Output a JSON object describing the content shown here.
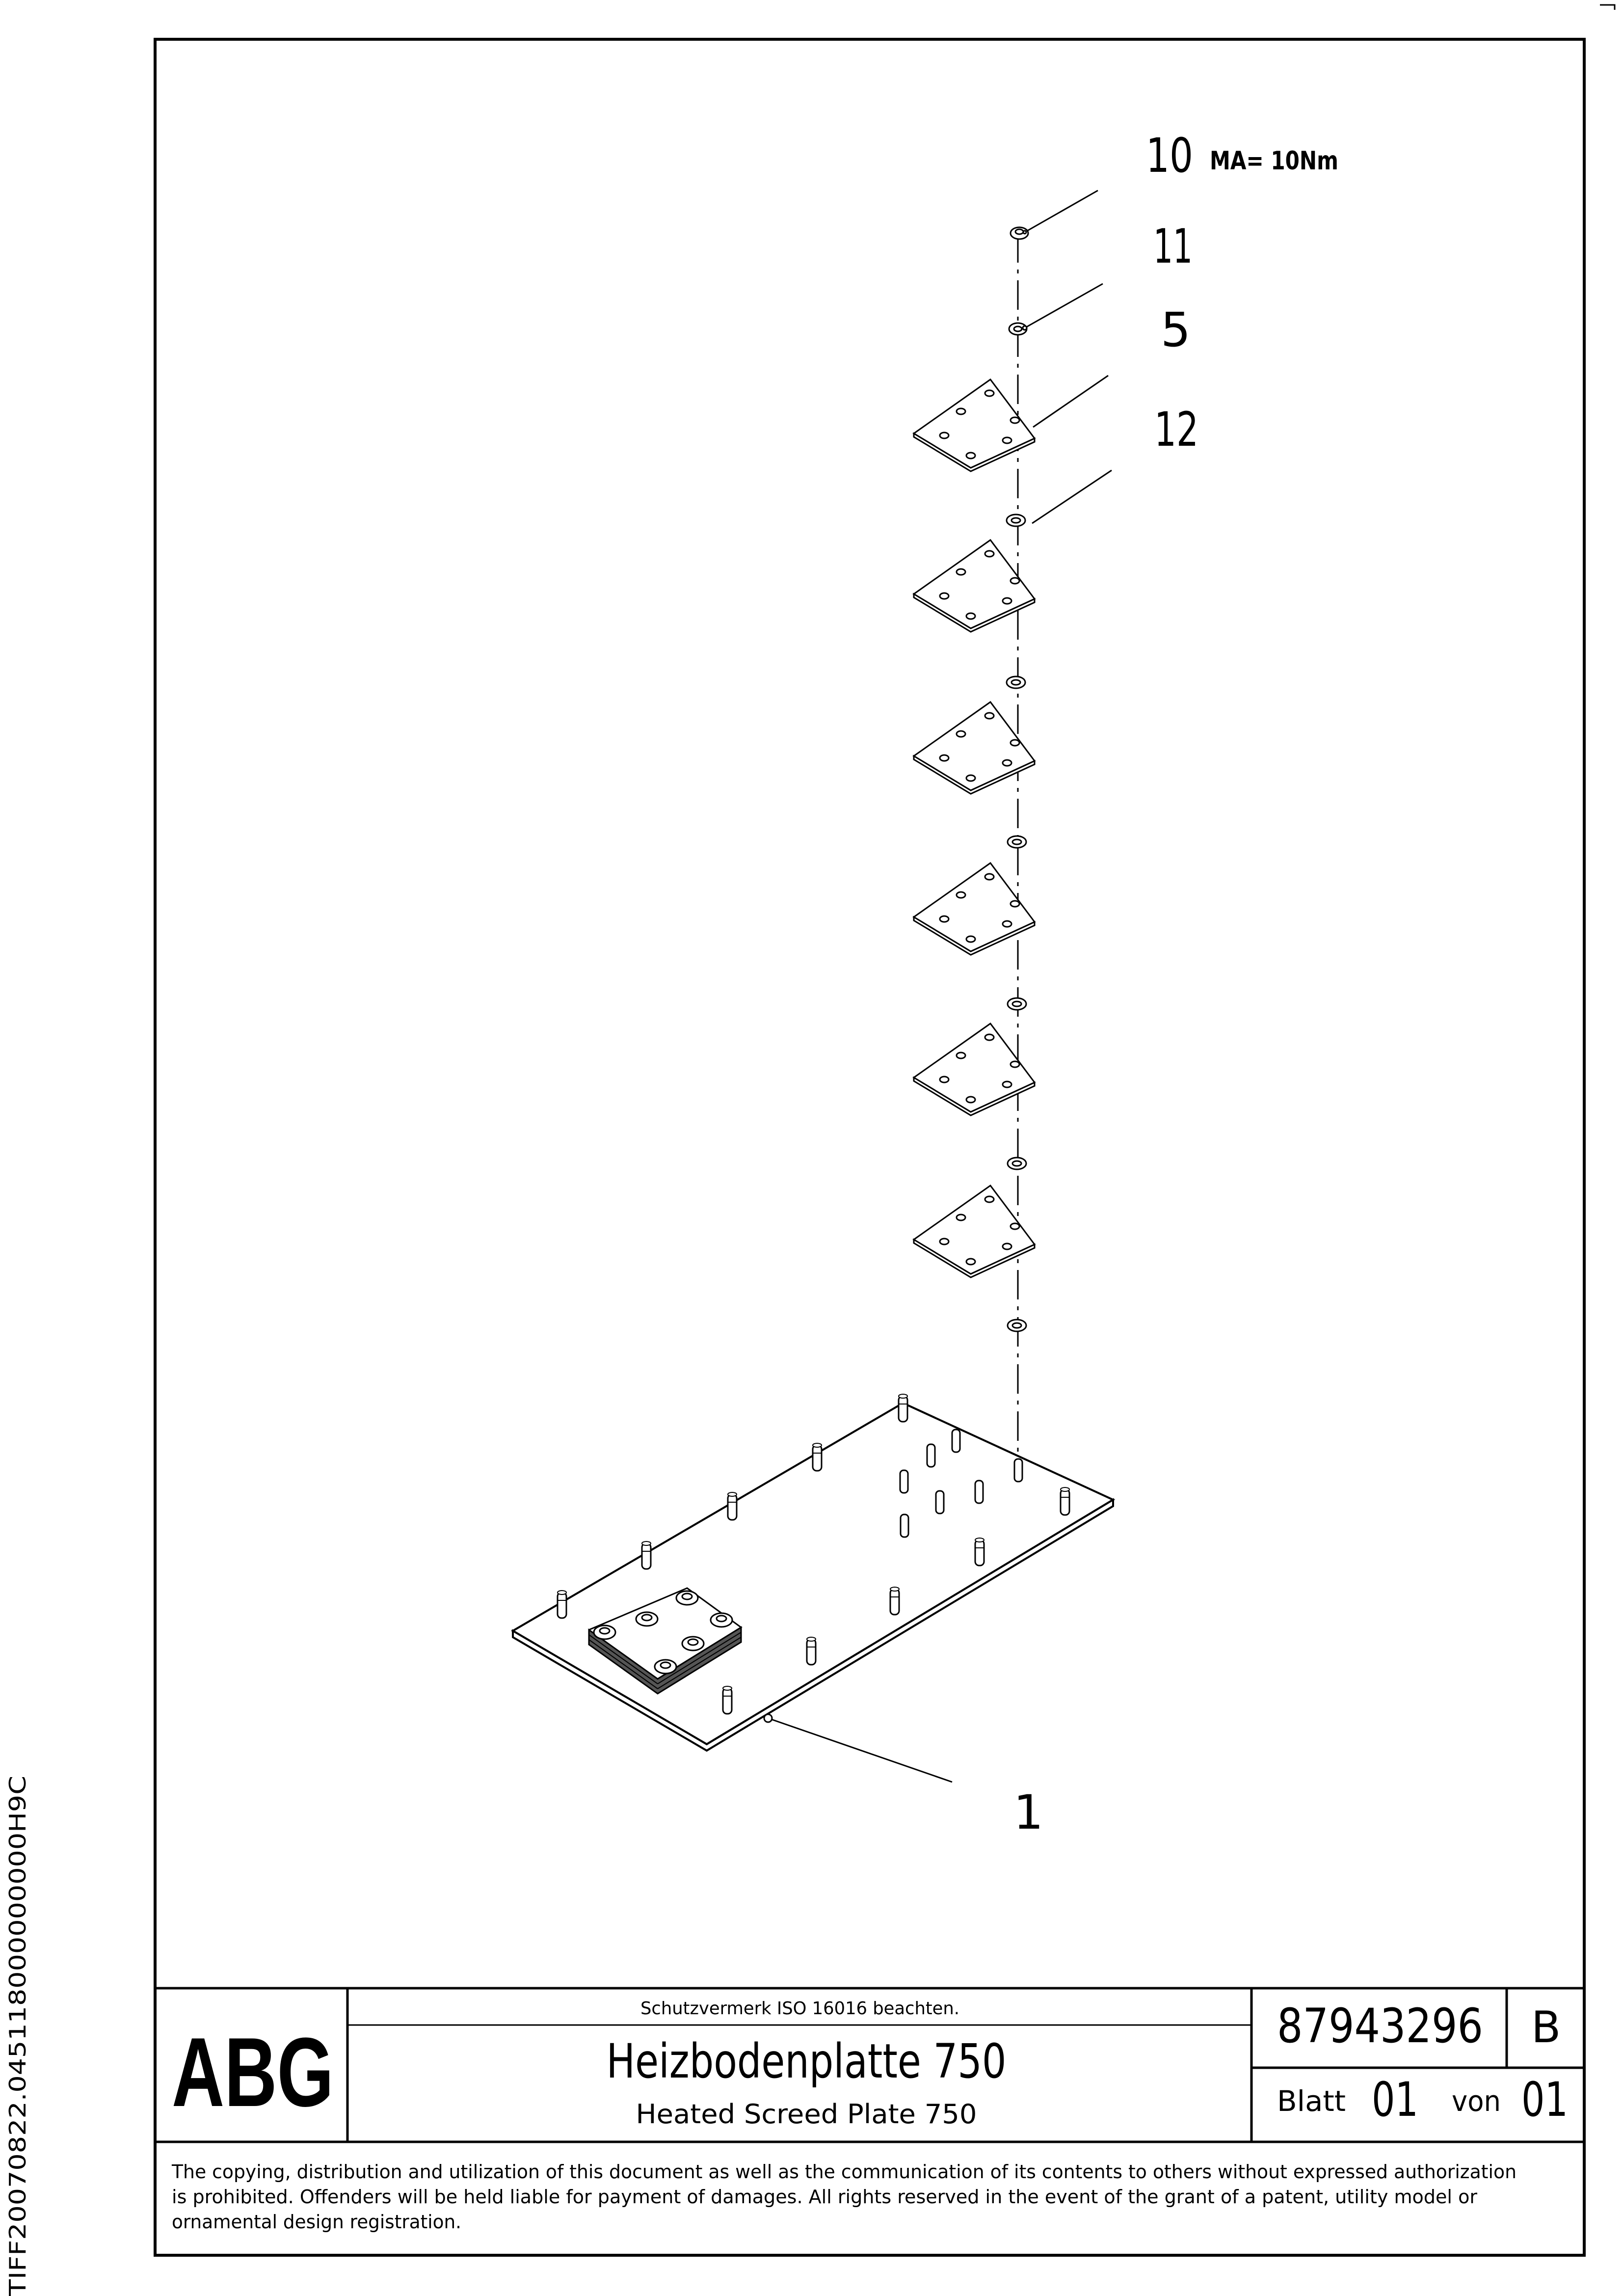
{
  "drawing": {
    "callouts": [
      {
        "id": "10",
        "label": "10"
      },
      {
        "id": "11",
        "label": "11"
      },
      {
        "id": "5",
        "label": "5"
      },
      {
        "id": "12",
        "label": "12"
      },
      {
        "id": "1",
        "label": "1"
      }
    ],
    "torque_note": "MA= 10Nm"
  },
  "title_block": {
    "logo": "ABG",
    "protection_note": "Schutzvermerk ISO 16016 beachten.",
    "title_de": "Heizbodenplatte 750",
    "title_en": "Heated Screed Plate 750",
    "drawing_number": "87943296",
    "revision": "B",
    "sheet_label": "Blatt",
    "sheet_number": "01",
    "of_label": "von",
    "sheet_total": "01",
    "copyright": "The copying, distribution and utilization of this document as well as the communication of its contents to others without expressed authorization is prohibited. Offenders will be held liable for payment of damages. All rights reserved in the event of the grant of a patent, utility model or ornamental design registration.",
    "copyright_lines": [
      "The copying, distribution and utilization of this document as well as the communication of its contents to others without expressed authorization",
      "is prohibited. Offenders will be held liable for payment of damages. All rights reserved in the event of the grant of a patent, utility model or",
      "ornamental design registration."
    ]
  },
  "side_identifier": "TIFF20070822.045118000000000H9C"
}
